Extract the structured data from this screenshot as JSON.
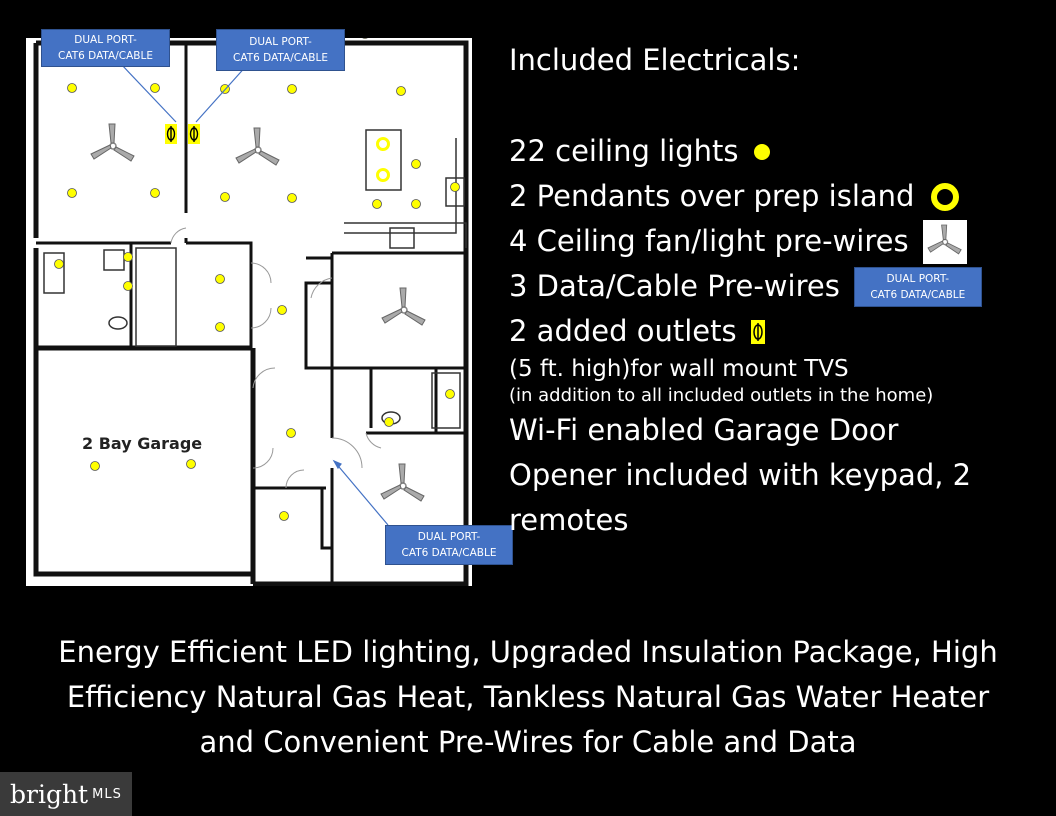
{
  "plan": {
    "port_label_line1": "DUAL PORT-",
    "port_label_line2": "CAT6 DATA/CABLE",
    "garage_label": "2 Bay Garage"
  },
  "legend": {
    "title": "Included Electricals:",
    "ceiling_lights": "22 ceiling lights",
    "pendants": "2 Pendants over prep island",
    "fans": "4 Ceiling fan/light pre-wires",
    "data": "3 Data/Cable Pre-wires",
    "outlets": "2 added outlets",
    "outlets_note": "(5 ft. high)for wall mount TVS",
    "outlets_note2": "(in addition to all included outlets in the home)",
    "garage_line1": "Wi-Fi enabled Garage Door",
    "garage_line2": "Opener included with keypad, 2",
    "garage_line3": "remotes"
  },
  "features": {
    "line1": "Energy Efficient LED lighting,  Upgraded Insulation Package, High",
    "line2": "Efficiency Natural Gas Heat, Tankless Natural Gas Water Heater",
    "line3": "and Convenient Pre-Wires for Cable and Data"
  },
  "brand": {
    "name": "bright",
    "suffix": "MLS"
  },
  "colors": {
    "light": "#ffff00",
    "label_bg": "#4472c4",
    "background": "#000000"
  },
  "icons": [
    "ceiling-light-icon",
    "pendant-icon",
    "ceiling-fan-icon",
    "outlet-icon"
  ]
}
